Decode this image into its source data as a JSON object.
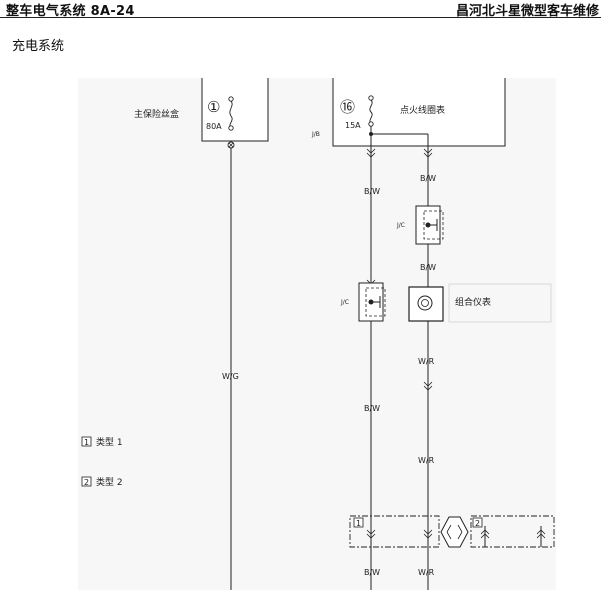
{
  "header": {
    "left_title": "整车电气系统 8A-24",
    "right_title": "昌河北斗星微型客车维修"
  },
  "section_title": "充电系统",
  "diagram": {
    "main_fuse_box": {
      "number": "①",
      "label": "主保险丝盒",
      "rating": "80A"
    },
    "ignition_fuse": {
      "number": "⑯",
      "label": "点火线圈表",
      "rating": "15A"
    },
    "junction_label": "J/B",
    "connector_label_1": "J/C",
    "connector_label_2": "J/C",
    "combination_meter_label": "组合仪表",
    "wire_labels": {
      "wg": "W/G",
      "bw_left_top": "B/W",
      "bw_right_top": "B/W",
      "bw_right_mid": "B/W",
      "bw_left_mid": "B/W",
      "wr_top": "W/R",
      "wr_mid": "W/R",
      "bw_bottom": "B/W",
      "wr_bottom": "W/R"
    },
    "legend": [
      {
        "box": "1",
        "text": "类型 1"
      },
      {
        "box": "2",
        "text": "类型 2"
      }
    ],
    "type_box_1": "1",
    "type_box_2": "2"
  }
}
